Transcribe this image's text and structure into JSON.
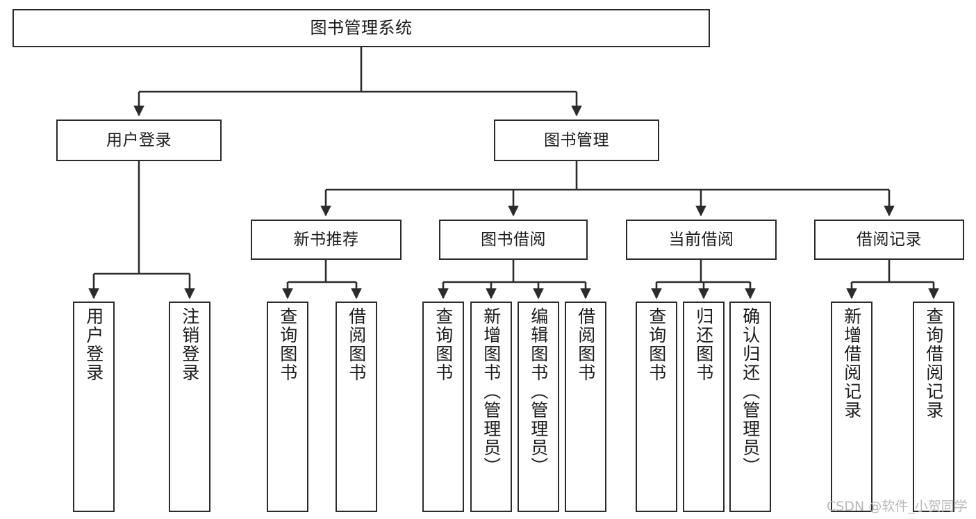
{
  "diagram": {
    "type": "tree",
    "title": "图书管理系统",
    "watermark": "CSDN @软件_小贺同学",
    "colors": {
      "node_border": "#2b2b2b",
      "node_fill": "#ffffff",
      "edge": "#2b2b2b",
      "text": "#1b1b1b",
      "watermark": "#b9b9b9",
      "background": "#ffffff"
    },
    "nodes": {
      "root": {
        "label": "图书管理系统"
      },
      "level2": [
        {
          "id": "user-login",
          "label": "用户登录"
        },
        {
          "id": "book-manage",
          "label": "图书管理"
        }
      ],
      "level3": [
        {
          "id": "new-book-recommend",
          "label": "新书推荐"
        },
        {
          "id": "book-borrow",
          "label": "图书借阅"
        },
        {
          "id": "current-borrow",
          "label": "当前借阅"
        },
        {
          "id": "borrow-record",
          "label": "借阅记录"
        }
      ],
      "leaves": [
        {
          "id": "leaf-user-login",
          "label": "用户登录"
        },
        {
          "id": "leaf-logout-login",
          "label": "注销登录"
        },
        {
          "id": "leaf-query-book-1",
          "label": "查询图书"
        },
        {
          "id": "leaf-borrow-book-1",
          "label": "借阅图书"
        },
        {
          "id": "leaf-query-book-2",
          "label": "查询图书"
        },
        {
          "id": "leaf-add-book",
          "label": "新增图书（管理员）"
        },
        {
          "id": "leaf-edit-book",
          "label": "编辑图书（管理员）"
        },
        {
          "id": "leaf-borrow-book-2",
          "label": "借阅图书"
        },
        {
          "id": "leaf-query-book-3",
          "label": "查询图书"
        },
        {
          "id": "leaf-return-book",
          "label": "归还图书"
        },
        {
          "id": "leaf-confirm-return",
          "label": "确认归还（管理员）"
        },
        {
          "id": "leaf-add-record",
          "label": "新增借阅记录"
        },
        {
          "id": "leaf-query-record",
          "label": "查询借阅记录"
        }
      ]
    }
  }
}
